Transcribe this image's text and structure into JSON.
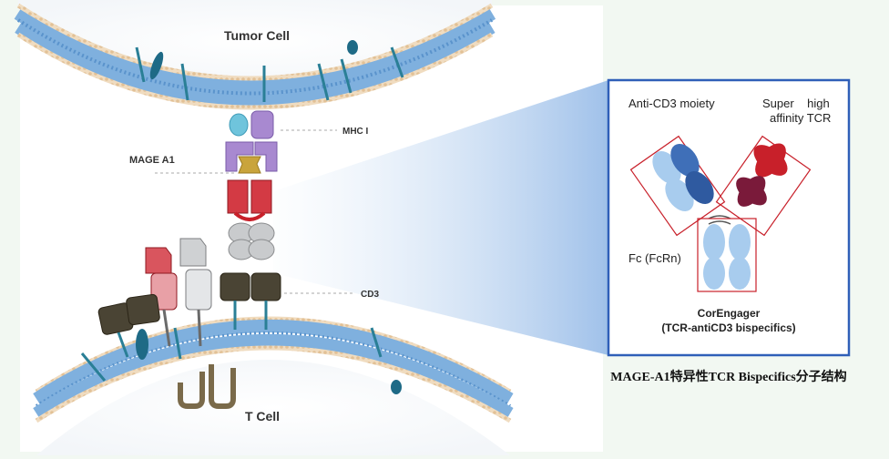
{
  "diagram": {
    "tumor_cell_label": "Tumor Cell",
    "t_cell_label": "T Cell",
    "mhc_label": "MHC I",
    "mage_label": "MAGE A1",
    "cd3_label": "CD3"
  },
  "inset": {
    "anti_cd3_label": "Anti-CD3 moiety",
    "tcr_label_line1": "Super    high",
    "tcr_label_line2": "affinity TCR",
    "fc_label": "Fc (FcRn)",
    "molecule_name": "CorEngager",
    "molecule_desc": "(TCR-antiCD3 bispecifics)"
  },
  "caption": "MAGE-A1特异性TCR Bispecifics分子结构",
  "colors": {
    "membrane_blue": "#5b9bd5",
    "membrane_tan": "#e8cfa8",
    "frame_blue": "#2f5fb8",
    "red_box": "#c8202a"
  }
}
